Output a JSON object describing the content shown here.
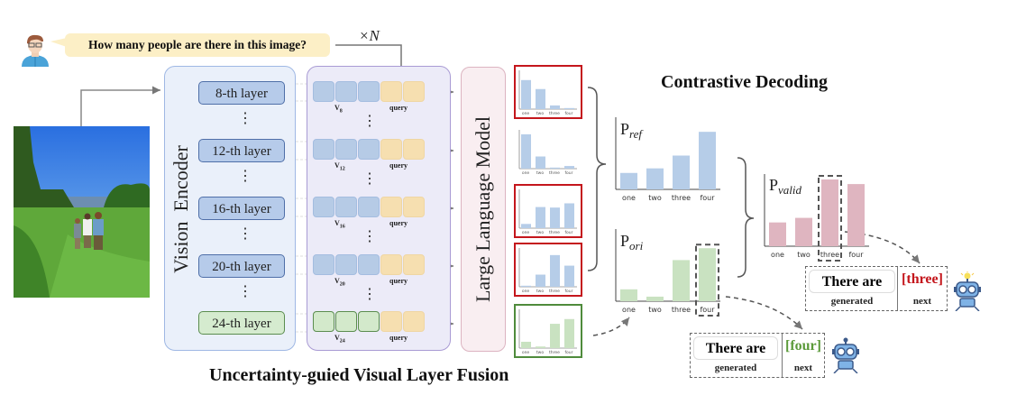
{
  "question": {
    "text": "How many people are there in this image?",
    "repeat_label": "×N"
  },
  "encoder": {
    "title": "Vision  Encoder",
    "layers": [
      {
        "label": "8-th layer",
        "color": "#b6cbea"
      },
      {
        "label": "12-th layer",
        "color": "#b6cbea"
      },
      {
        "label": "16-th layer",
        "color": "#b6cbea"
      },
      {
        "label": "20-th layer",
        "color": "#b6cbea"
      },
      {
        "label": "24-th layer",
        "color": "#d5ebcf"
      }
    ]
  },
  "fusion": {
    "rows": [
      {
        "v_label": "V",
        "v_sub": "8",
        "query_label": "query"
      },
      {
        "v_label": "V",
        "v_sub": "12",
        "query_label": "query"
      },
      {
        "v_label": "V",
        "v_sub": "16",
        "query_label": "query"
      },
      {
        "v_label": "V",
        "v_sub": "20",
        "query_label": "query"
      },
      {
        "v_label": "V",
        "v_sub": "24",
        "query_label": "query"
      }
    ],
    "title": "Uncertainty-guied Visual Layer Fusion"
  },
  "llm": {
    "title": "Large Language Model"
  },
  "contrastive": {
    "title": "Contrastive Decoding"
  },
  "colors": {
    "blue_bar": "#b6cde8",
    "green_bar": "#c9e2c1",
    "pink_bar": "#dfb5c0",
    "red_frame": "#c4161c",
    "green_frame": "#4f8b3c",
    "red_text": "#c4161c",
    "green_text": "#5b9a3a"
  },
  "chart_data": [
    {
      "type": "bar",
      "name": "layer-8-output",
      "categories": [
        "one",
        "two",
        "three",
        "four"
      ],
      "values": [
        0.55,
        0.38,
        0.07,
        0.02
      ],
      "frame": "red",
      "color": "blue"
    },
    {
      "type": "bar",
      "name": "layer-12-output",
      "categories": [
        "one",
        "two",
        "three",
        "four"
      ],
      "values": [
        0.65,
        0.23,
        0.02,
        0.05
      ],
      "frame": "none",
      "color": "blue"
    },
    {
      "type": "bar",
      "name": "layer-16-output",
      "categories": [
        "one",
        "two",
        "three",
        "four"
      ],
      "values": [
        0.08,
        0.4,
        0.39,
        0.47
      ],
      "frame": "red",
      "color": "blue"
    },
    {
      "type": "bar",
      "name": "layer-20-output",
      "categories": [
        "one",
        "two",
        "three",
        "four"
      ],
      "values": [
        0.02,
        0.23,
        0.6,
        0.4
      ],
      "frame": "red",
      "color": "blue"
    },
    {
      "type": "bar",
      "name": "layer-24-output",
      "categories": [
        "one",
        "two",
        "three",
        "four"
      ],
      "values": [
        0.12,
        0.03,
        0.46,
        0.55
      ],
      "frame": "green",
      "color": "green"
    },
    {
      "type": "bar",
      "name": "P_ref",
      "title": "P",
      "subscript": "ref",
      "categories": [
        "one",
        "two",
        "three",
        "four"
      ],
      "values": [
        0.18,
        0.23,
        0.37,
        0.63
      ],
      "color": "blue",
      "highlight": null
    },
    {
      "type": "bar",
      "name": "P_ori",
      "title": "P",
      "subscript": "ori",
      "categories": [
        "one",
        "two",
        "three",
        "four"
      ],
      "values": [
        0.13,
        0.05,
        0.45,
        0.58
      ],
      "color": "green",
      "highlight": "four"
    },
    {
      "type": "bar",
      "name": "P_valid",
      "title": "P",
      "subscript": "valid",
      "categories": [
        "one",
        "two",
        "three",
        "four"
      ],
      "values": [
        0.26,
        0.31,
        0.73,
        0.68
      ],
      "color": "pink",
      "highlight": "three"
    }
  ],
  "outputs": {
    "ori": {
      "generated": "There are",
      "generated_label": "generated",
      "next": "[four]",
      "next_label": "next"
    },
    "valid": {
      "generated": "There are",
      "generated_label": "generated",
      "next": "[three]",
      "next_label": "next"
    }
  }
}
